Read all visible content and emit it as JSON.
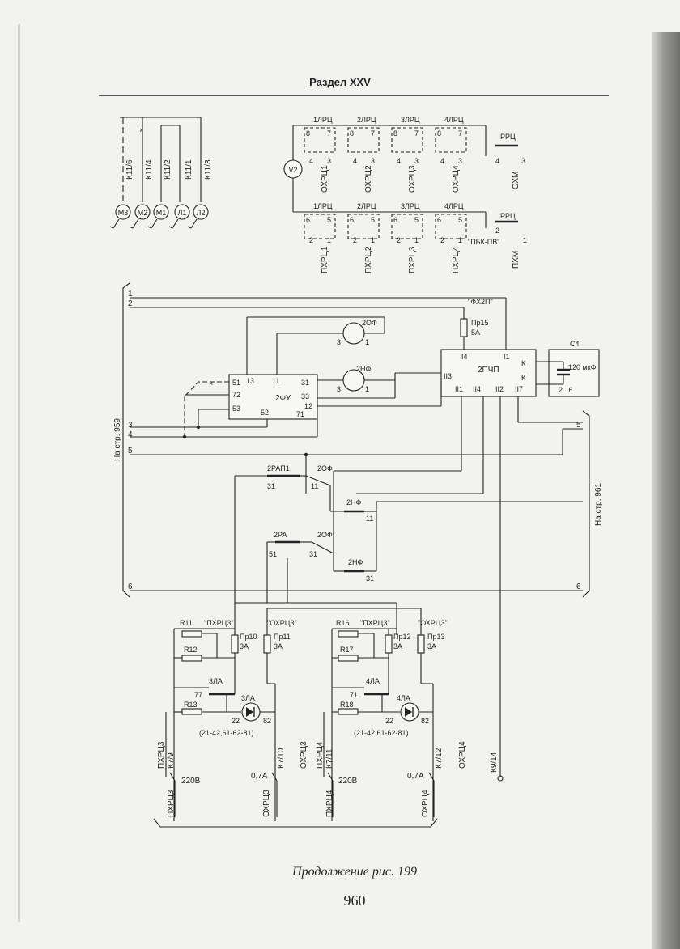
{
  "header": {
    "section_title": "Раздел XXV"
  },
  "motors": {
    "contacts": [
      "К11/6",
      "К11/4",
      "К11/2",
      "К11/1",
      "К11/3"
    ],
    "circles": [
      "М3",
      "М2",
      "М1",
      "Л1",
      "Л2"
    ]
  },
  "voltmeter": {
    "label": "V2"
  },
  "relay_top": {
    "relays": [
      "1ЛРЦ",
      "2ЛРЦ",
      "3ЛРЦ",
      "4ЛРЦ"
    ],
    "pins_top": [
      "8",
      "7"
    ],
    "pins_bottom": [
      "4",
      "3"
    ],
    "labels": [
      "ОХРЦ1",
      "ОХРЦ2",
      "ОХРЦ3",
      "ОХРЦ4"
    ],
    "rrc_label": "РРЦ",
    "rrc_pins": [
      "4",
      "3"
    ],
    "rrc_bottom": "ОХМ"
  },
  "relay_bottom": {
    "relays": [
      "1ЛРЦ",
      "2ЛРЦ",
      "3ЛРЦ",
      "4ЛРЦ"
    ],
    "pins_top": [
      "6",
      "5"
    ],
    "pins_bottom": [
      "2",
      "1"
    ],
    "labels": [
      "ПХРЦ1",
      "ПХРЦ2",
      "ПХРЦ3",
      "ПХРЦ4"
    ],
    "rrc_label": "РРЦ",
    "rrc_pins": [
      "2",
      "1"
    ],
    "pbk_label": "\"ПБК-ПВ\"",
    "rrc_bottom": "ПХМ"
  },
  "middle": {
    "fx_label": "\"ФХ2П\"",
    "fuse15": [
      "Пр15",
      "5А"
    ],
    "lamp_20f": {
      "label": "2ОФ",
      "pin_left": "3",
      "pin_right": "1"
    },
    "lamp_2nf": {
      "label": "2НФ",
      "pin_left": "3",
      "pin_right": "1"
    },
    "fu_block": {
      "label": "2ФУ",
      "pins": [
        "51",
        "72",
        "53",
        "13",
        "11",
        "31",
        "33",
        "12",
        "52",
        "71"
      ]
    },
    "pchp_block": {
      "label": "2ПЧП",
      "pins": [
        "I4",
        "I1",
        "II3",
        "II1",
        "II4",
        "II2",
        "II7",
        "К",
        "К"
      ]
    },
    "capacitor": {
      "label": "С4",
      "value": "120 мкФ",
      "range": "2...6"
    },
    "wire_numbers": [
      "1",
      "2",
      "3",
      "4",
      "5",
      "6",
      "5",
      "6"
    ],
    "left_ref": "На стр. 959",
    "right_ref": "На стр. 961",
    "relays": [
      {
        "label": "2РАП1",
        "pin": "31"
      },
      {
        "label": "2ОФ",
        "pin": "11"
      },
      {
        "label": "2НФ",
        "pin": "11"
      },
      {
        "label": "2РА",
        "pin": "51"
      },
      {
        "label": "2ОФ",
        "pin": "31"
      },
      {
        "label": "2НФ",
        "pin": "31"
      }
    ]
  },
  "bottom_left": {
    "r11": "R11",
    "pxrc": "\"ПХРЦ3\"",
    "oxrc": "\"ОХРЦ3\"",
    "r12": "R12",
    "r13": "R13",
    "fuse10": [
      "Пр10",
      "3А"
    ],
    "fuse11": [
      "Пр11",
      "3А"
    ],
    "relay": "3ЛА",
    "pin77": "77",
    "lamp": "3ЛА",
    "pin22": "22",
    "pin82": "82",
    "ranges": "(21-42,61-62-81)",
    "left_labels": [
      "ПХРЦ3",
      "К7/9",
      "ПХРЦ3"
    ],
    "v220": "220В",
    "right_labels": [
      "ОХРЦ3",
      "К7/10",
      "ОХРЦ3"
    ],
    "amp": "0,7А"
  },
  "bottom_right": {
    "r16": "R16",
    "pxrc": "\"ПХРЦ3\"",
    "oxrc": "\"ОХРЦ3\"",
    "r17": "R17",
    "r18": "R18",
    "fuse12": [
      "Пр12",
      "3А"
    ],
    "fuse13": [
      "Пр13",
      "3А"
    ],
    "relay": "4ЛА",
    "pin71": "71",
    "lamp": "4ЛА",
    "pin22": "22",
    "pin82": "82",
    "ranges": "(21-42,61-62-81)",
    "left_labels": [
      "ПХРЦ4",
      "К7/11",
      "ПХРЦ4"
    ],
    "v220": "220В",
    "right_labels": [
      "ОХРЦ4",
      "К7/12",
      "ОХРЦ4"
    ],
    "amp": "0,7А"
  },
  "k9": "К9/14",
  "caption": "Продолжение рис. 199",
  "page_number": "960"
}
